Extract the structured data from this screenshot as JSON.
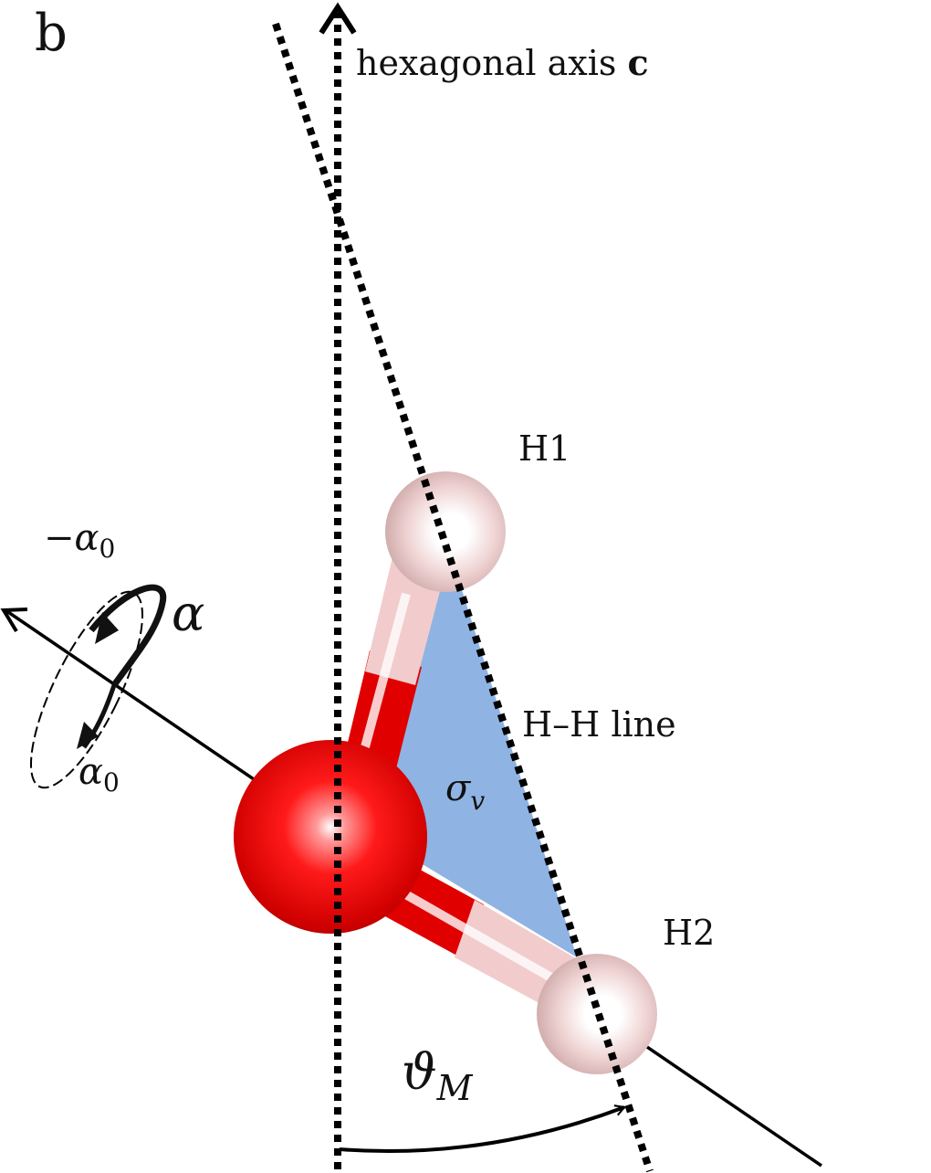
{
  "panel_label": "b",
  "labels": {
    "hexagonal_axis_text": "hexagonal axis ",
    "hexagonal_axis_bold": "c",
    "h1": "H1",
    "h2": "H2",
    "hh_line": "H–H line",
    "sigma_base": "σ",
    "sigma_sub": "v",
    "theta_base": "ϑ",
    "theta_sub": "M",
    "alpha": "α",
    "minus_alpha0_base": "−α",
    "minus_alpha0_sub": "0",
    "alpha0_base": "α",
    "alpha0_sub": "0"
  },
  "colors": {
    "oxygen": "#e00000",
    "hydrogen": "#e8c3c3",
    "plane": "#8fb4e3",
    "lines": "#000000"
  }
}
